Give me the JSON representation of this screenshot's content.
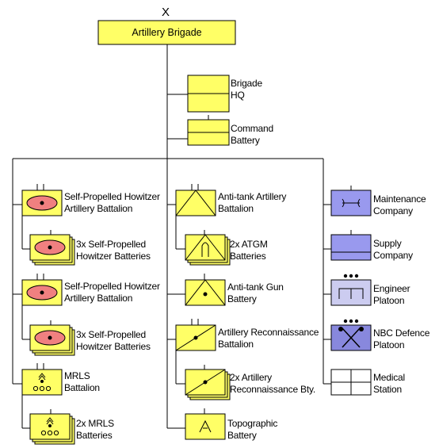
{
  "top": {
    "echelon": "X",
    "title": "Artillery Brigade"
  },
  "units": {
    "hq": [
      "Brigade",
      "HQ"
    ],
    "cmd": [
      "Command",
      "Battery"
    ],
    "sph1": [
      "Self-Propelled Howitzer",
      "Artillery Battalion"
    ],
    "sph1b": [
      "3x Self-Propelled",
      "Howitzer Batteries"
    ],
    "sph2": [
      "Self-Propelled Howitzer",
      "Artillery Battalion"
    ],
    "sph2b": [
      "3x Self-Propelled",
      "Howitzer Batteries"
    ],
    "mrls": [
      "MRLS",
      "Battalion"
    ],
    "mrlsb": [
      "2x MRLS",
      "Batteries"
    ],
    "at": [
      "Anti-tank Artillery",
      "Battalion"
    ],
    "atgm": [
      "2x ATGM",
      "Batteries"
    ],
    "atgun": [
      "Anti-tank Gun",
      "Battery"
    ],
    "recon": [
      "Artillery Reconnaissance",
      "Battalion"
    ],
    "reconb": [
      "2x Artillery",
      "Reconnaissance Bty."
    ],
    "topo": [
      "Topographic",
      "Battery"
    ],
    "maint": [
      "Maintenance",
      "Company"
    ],
    "supply": [
      "Supply",
      "Company"
    ],
    "eng": [
      "Engineer",
      "Platoon"
    ],
    "nbc": [
      "NBC Defence",
      "Platoon"
    ],
    "med": [
      "Medical",
      "Station"
    ]
  },
  "colors": {
    "unit_fill": "#ffff66",
    "artillery_oval": "#f08080",
    "support_fill": "#9999ee",
    "light_support_fill": "#ccccf0",
    "nbc_fill": "#8888dd",
    "medical_fill": "#ffffff",
    "line": "#000000"
  }
}
